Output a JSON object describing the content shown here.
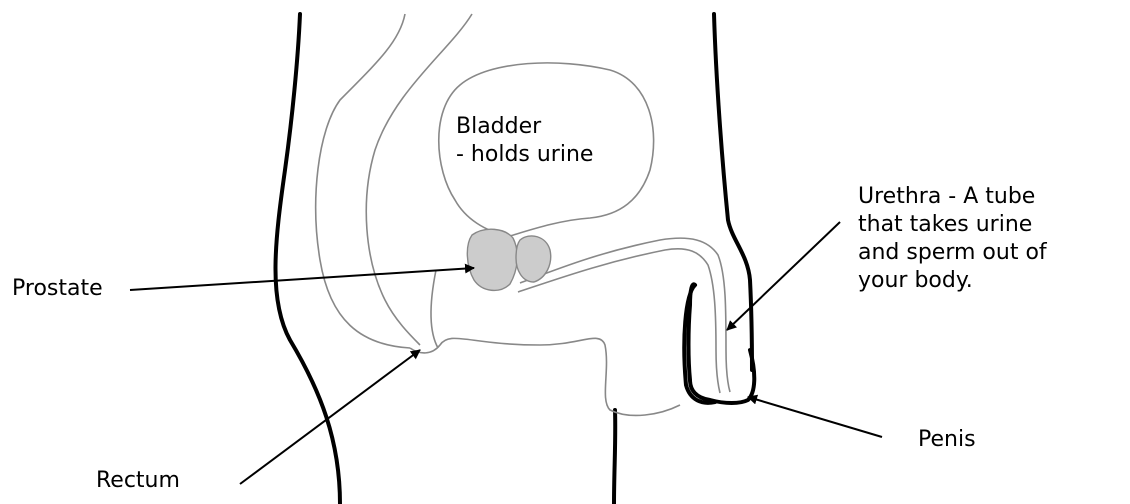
{
  "labels": {
    "bladder": {
      "line1": "Bladder",
      "line2": "- holds urine"
    },
    "urethra": {
      "line1": "Urethra - A tube",
      "line2": "that takes urine",
      "line3": "and sperm out of",
      "line4": "your body."
    },
    "prostate": "Prostate",
    "penis": "Penis",
    "rectum": "Rectum"
  },
  "colors": {
    "outline": "#000000",
    "organ_outline": "#888888",
    "prostate_fill": "#cccccc",
    "background": "#ffffff"
  }
}
